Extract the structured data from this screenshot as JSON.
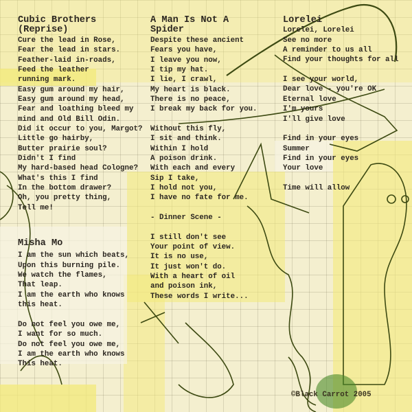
{
  "songs": [
    {
      "title": [
        "Cubic Brothers",
        "(Reprise)"
      ],
      "lines": [
        "Cure the lead in Rose,",
        "Fear the lead in stars.",
        "Feather-laid in-roads,",
        "Feed the leather",
        "running mark.",
        "Easy gum around my hair,",
        "Easy gum around my head,",
        "Fear and loathing bleed my",
        "mind and Old Bill Odin.",
        "Did it occur to you, Margot?",
        "Little go hairby,",
        "Butter prairie soul?",
        "Didn't I find",
        "My hard-based head Cologne?",
        "What's this I find",
        "In the bottom drawer?",
        "Oh, you pretty thing,",
        "Tell me!"
      ]
    },
    {
      "title": [
        "Misha Mo"
      ],
      "lines": [
        "I am the sun which beats,",
        "Upon this burning pile.",
        "We watch the flames,",
        "That leap.",
        "I am the earth who knows",
        "this heat.",
        "",
        "Do not feel you owe me,",
        "I want for so much.",
        "Do not feel you owe me,",
        "I am the earth who knows",
        "This heat."
      ]
    },
    {
      "title": [
        "A Man Is Not A",
        "Spider"
      ],
      "lines": [
        "Despite these ancient",
        "Fears you have,",
        "I leave you now,",
        "I tip my hat.",
        "I lie, I crawl,",
        "My heart is black.",
        "There is no peace,",
        "I break my back for you.",
        "",
        "Without this fly,",
        "I sit and think.",
        "Within I hold",
        "A poison drink.",
        "With each and every",
        "Sip I take,",
        "I hold not you,",
        "I have no fate for me.",
        "",
        "- Dinner Scene -",
        "",
        "I still don't see",
        "Your point of view.",
        "It is no use,",
        "It just won't do.",
        "With a heart of oil",
        "and poison ink,",
        "These words I write..."
      ]
    },
    {
      "title": [
        "Lorelei"
      ],
      "lines": [
        "Lorelei, Lorelei",
        "See no more",
        "A reminder to us all",
        "Find your thoughts for all",
        "",
        "I see your world,",
        "Dear love - you're OK",
        "Eternal love",
        "I'm yours",
        "I'll give love",
        "",
        "Find in your eyes",
        "Summer",
        "Find in your eyes",
        "Your love",
        "",
        "Time will allow"
      ]
    }
  ],
  "copyright": "©Black Carrot 2005",
  "colors": {
    "paper": "#f4efcf",
    "highlight": "#f3ea7a",
    "ink": "#2b2620",
    "drawing": "#3d4a12"
  }
}
